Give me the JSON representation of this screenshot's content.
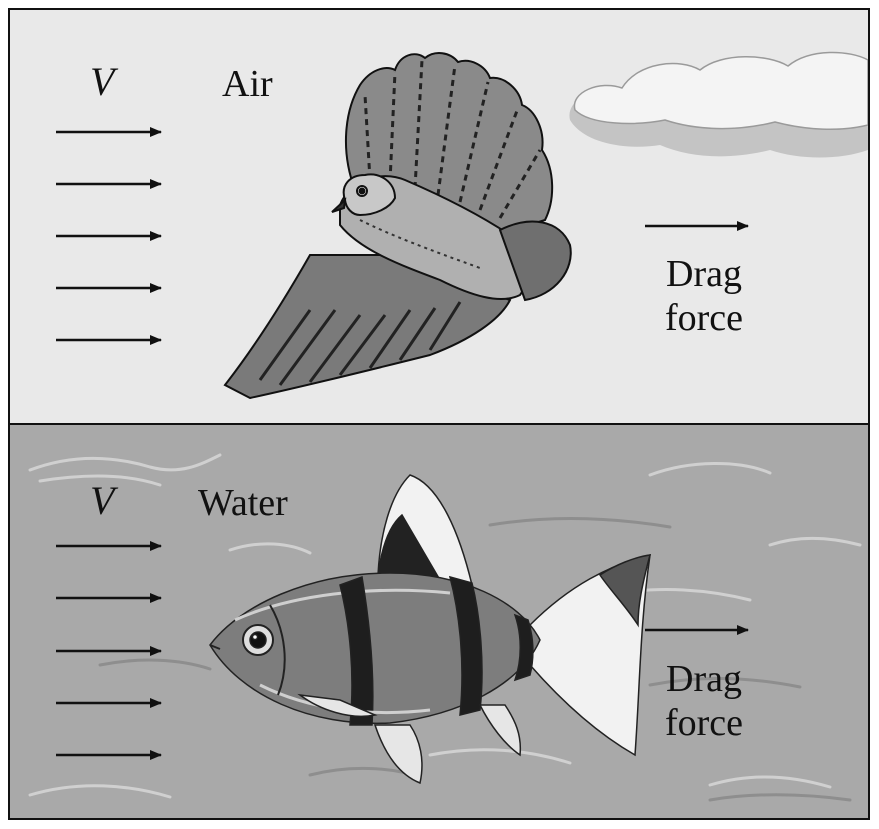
{
  "air_panel": {
    "velocity_label": "V",
    "medium_label": "Air",
    "drag_line1": "Drag",
    "drag_line2": "force"
  },
  "water_panel": {
    "velocity_label": "V",
    "medium_label": "Water",
    "drag_line1": "Drag",
    "drag_line2": "force"
  },
  "colors": {
    "air_background": "#e9e9e9",
    "water_background": "#a9a9a9",
    "ink": "#111111"
  },
  "icons": [
    "bird-icon",
    "fish-icon",
    "cloud-icon",
    "arrow-right-icon"
  ]
}
